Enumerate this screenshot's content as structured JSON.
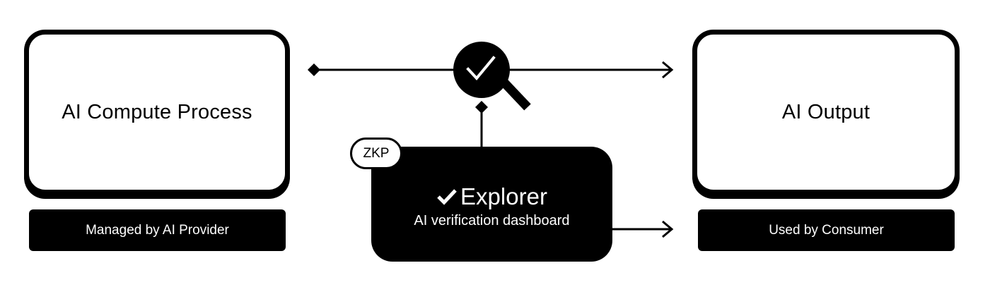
{
  "nodes": {
    "compute": {
      "title": "AI Compute Process",
      "caption": "Managed by AI Provider"
    },
    "output": {
      "title": "AI Output",
      "caption": "Used by Consumer"
    },
    "explorer": {
      "badge": "ZKP",
      "title": "Explorer",
      "subtitle": "AI verification dashboard",
      "title_icon": "check-icon"
    }
  },
  "connectors": {
    "verifier_icon": "magnifier-check-icon",
    "edges": [
      {
        "from": "compute",
        "to": "output",
        "via": "verifier",
        "start": "diamond",
        "end": "arrow"
      },
      {
        "from": "explorer",
        "to": "verifier",
        "start": "line",
        "end": "diamond"
      },
      {
        "from": "explorer",
        "to": "output",
        "start": "line",
        "end": "arrow"
      }
    ]
  },
  "colors": {
    "ink": "#000000",
    "paper": "#ffffff"
  }
}
